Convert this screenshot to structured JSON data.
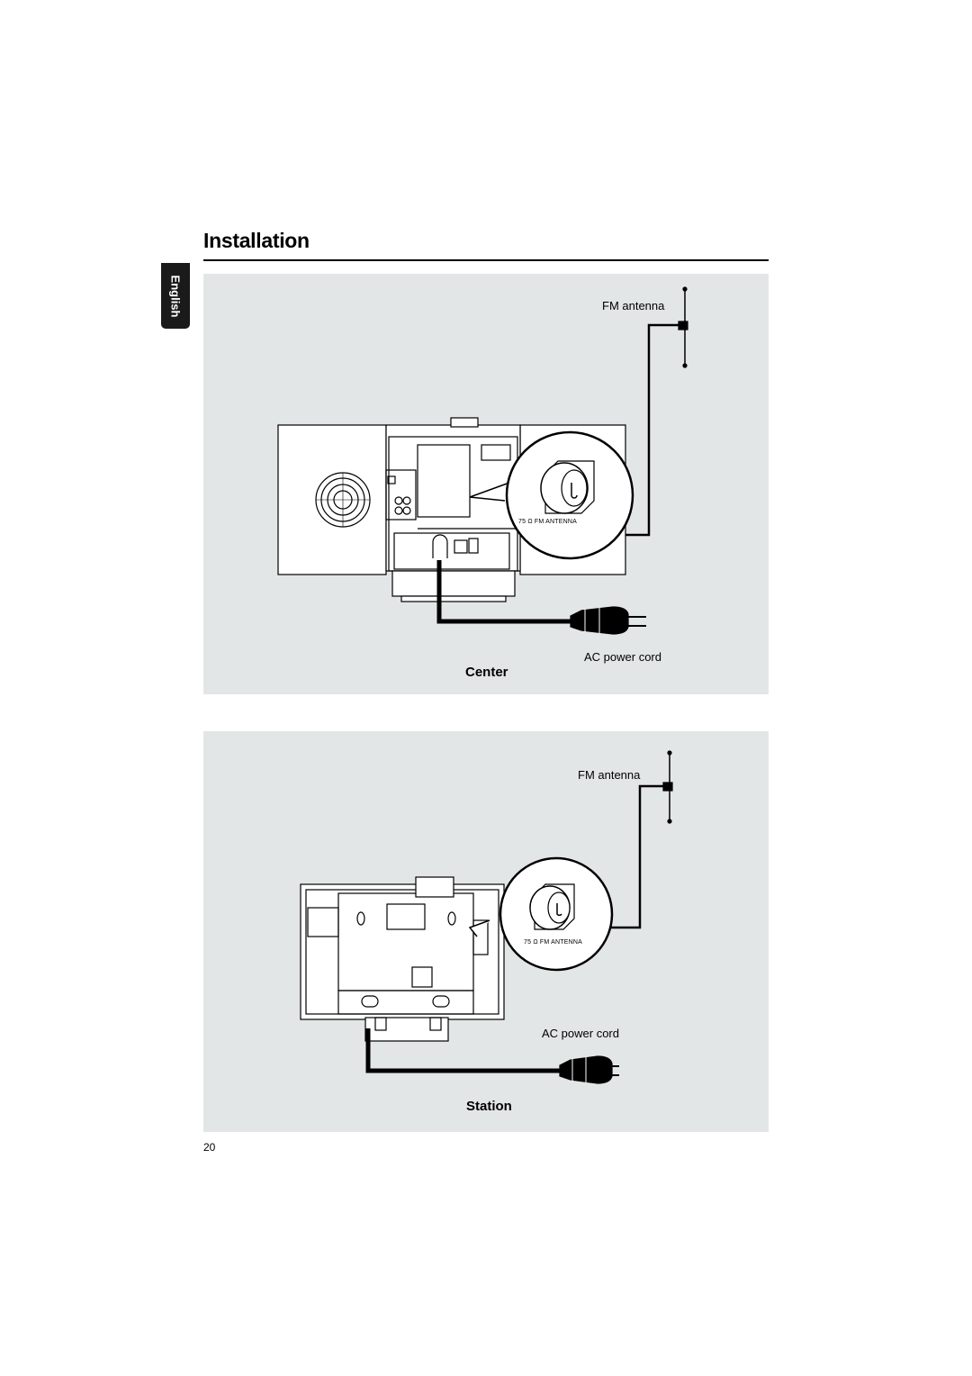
{
  "page": {
    "title": "Installation",
    "language_tab": "English",
    "page_number": "20"
  },
  "center_panel": {
    "fm_antenna_label": "FM antenna",
    "jack_label": "75 Ω FM ANTENNA",
    "ac_cord_label": "AC power cord",
    "caption": "Center"
  },
  "station_panel": {
    "fm_antenna_label": "FM antenna",
    "jack_label": "75 Ω FM ANTENNA",
    "ac_cord_label": "AC power cord",
    "caption": "Station"
  },
  "colors": {
    "panel_bg": "#e3e6e7",
    "tab_bg": "#1a1a1a",
    "line": "#000000"
  }
}
